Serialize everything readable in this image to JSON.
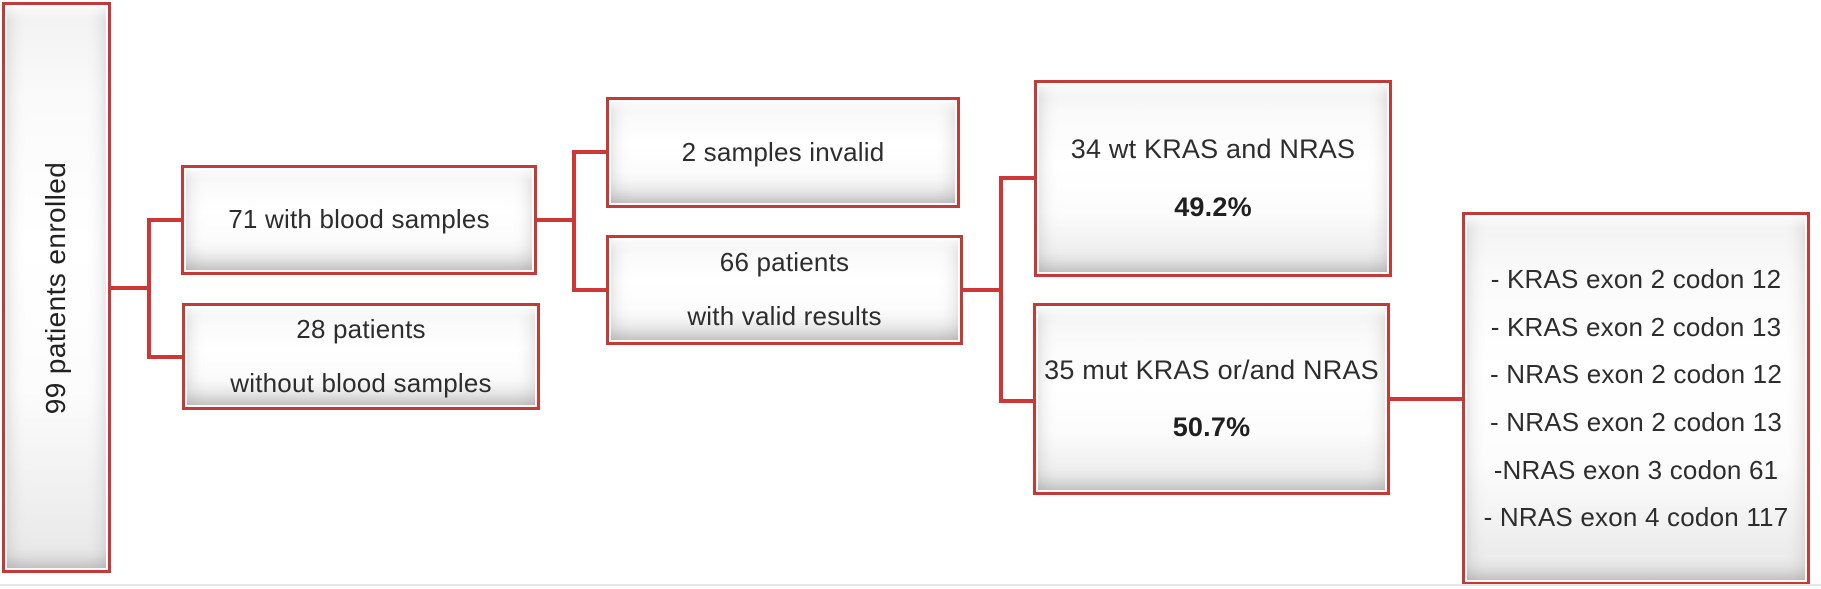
{
  "diagram_type": "patient-flow-diagram",
  "colors": {
    "connector_red": "#cf3636",
    "box_border": "#c13c39",
    "text_dark": "#2d2d2d",
    "canvas_bg": "#ffffff"
  },
  "nodes": {
    "enrolled": {
      "label": "99 patients enrolled"
    },
    "with_blood": {
      "label": "71 with blood samples"
    },
    "without_blood": {
      "line1": "28 patients",
      "line2": "without blood samples"
    },
    "invalid": {
      "label": "2 samples invalid"
    },
    "valid": {
      "line1": "66 patients",
      "line2": "with valid results"
    },
    "wildtype": {
      "line1": "34 wt KRAS and NRAS",
      "percent": "49.2%"
    },
    "mutant": {
      "line1": "35 mut KRAS or/and NRAS",
      "percent": "50.7%"
    },
    "mutations": {
      "items": [
        "- KRAS exon 2 codon 12",
        "- KRAS exon 2 codon 13",
        "- NRAS exon 2 codon 12",
        "- NRAS exon 2 codon 13",
        "-NRAS exon 3 codon 61",
        "- NRAS exon 4 codon 117"
      ]
    }
  }
}
